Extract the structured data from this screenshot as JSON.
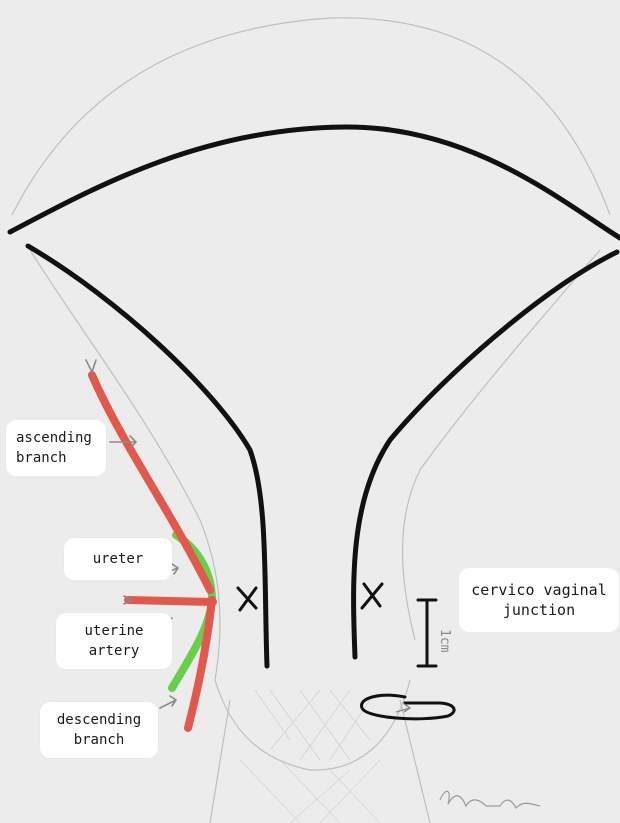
{
  "labels": {
    "ascending_line1": "ascending",
    "ascending_line2": "branch",
    "ureter": "ureter",
    "uterine_line1": "uterine",
    "uterine_line2": "artery",
    "descending_line1": "descending",
    "descending_line2": "branch",
    "cervico_line1": "cervico vaginal",
    "cervico_line2": "junction"
  },
  "measurement": "1cm",
  "colors": {
    "outline": "#111111",
    "artery": "#e2584c",
    "ureter": "#67d04a",
    "pencil": "#9a9a9a",
    "background": "#ececec",
    "label_bg": "#ffffff"
  }
}
